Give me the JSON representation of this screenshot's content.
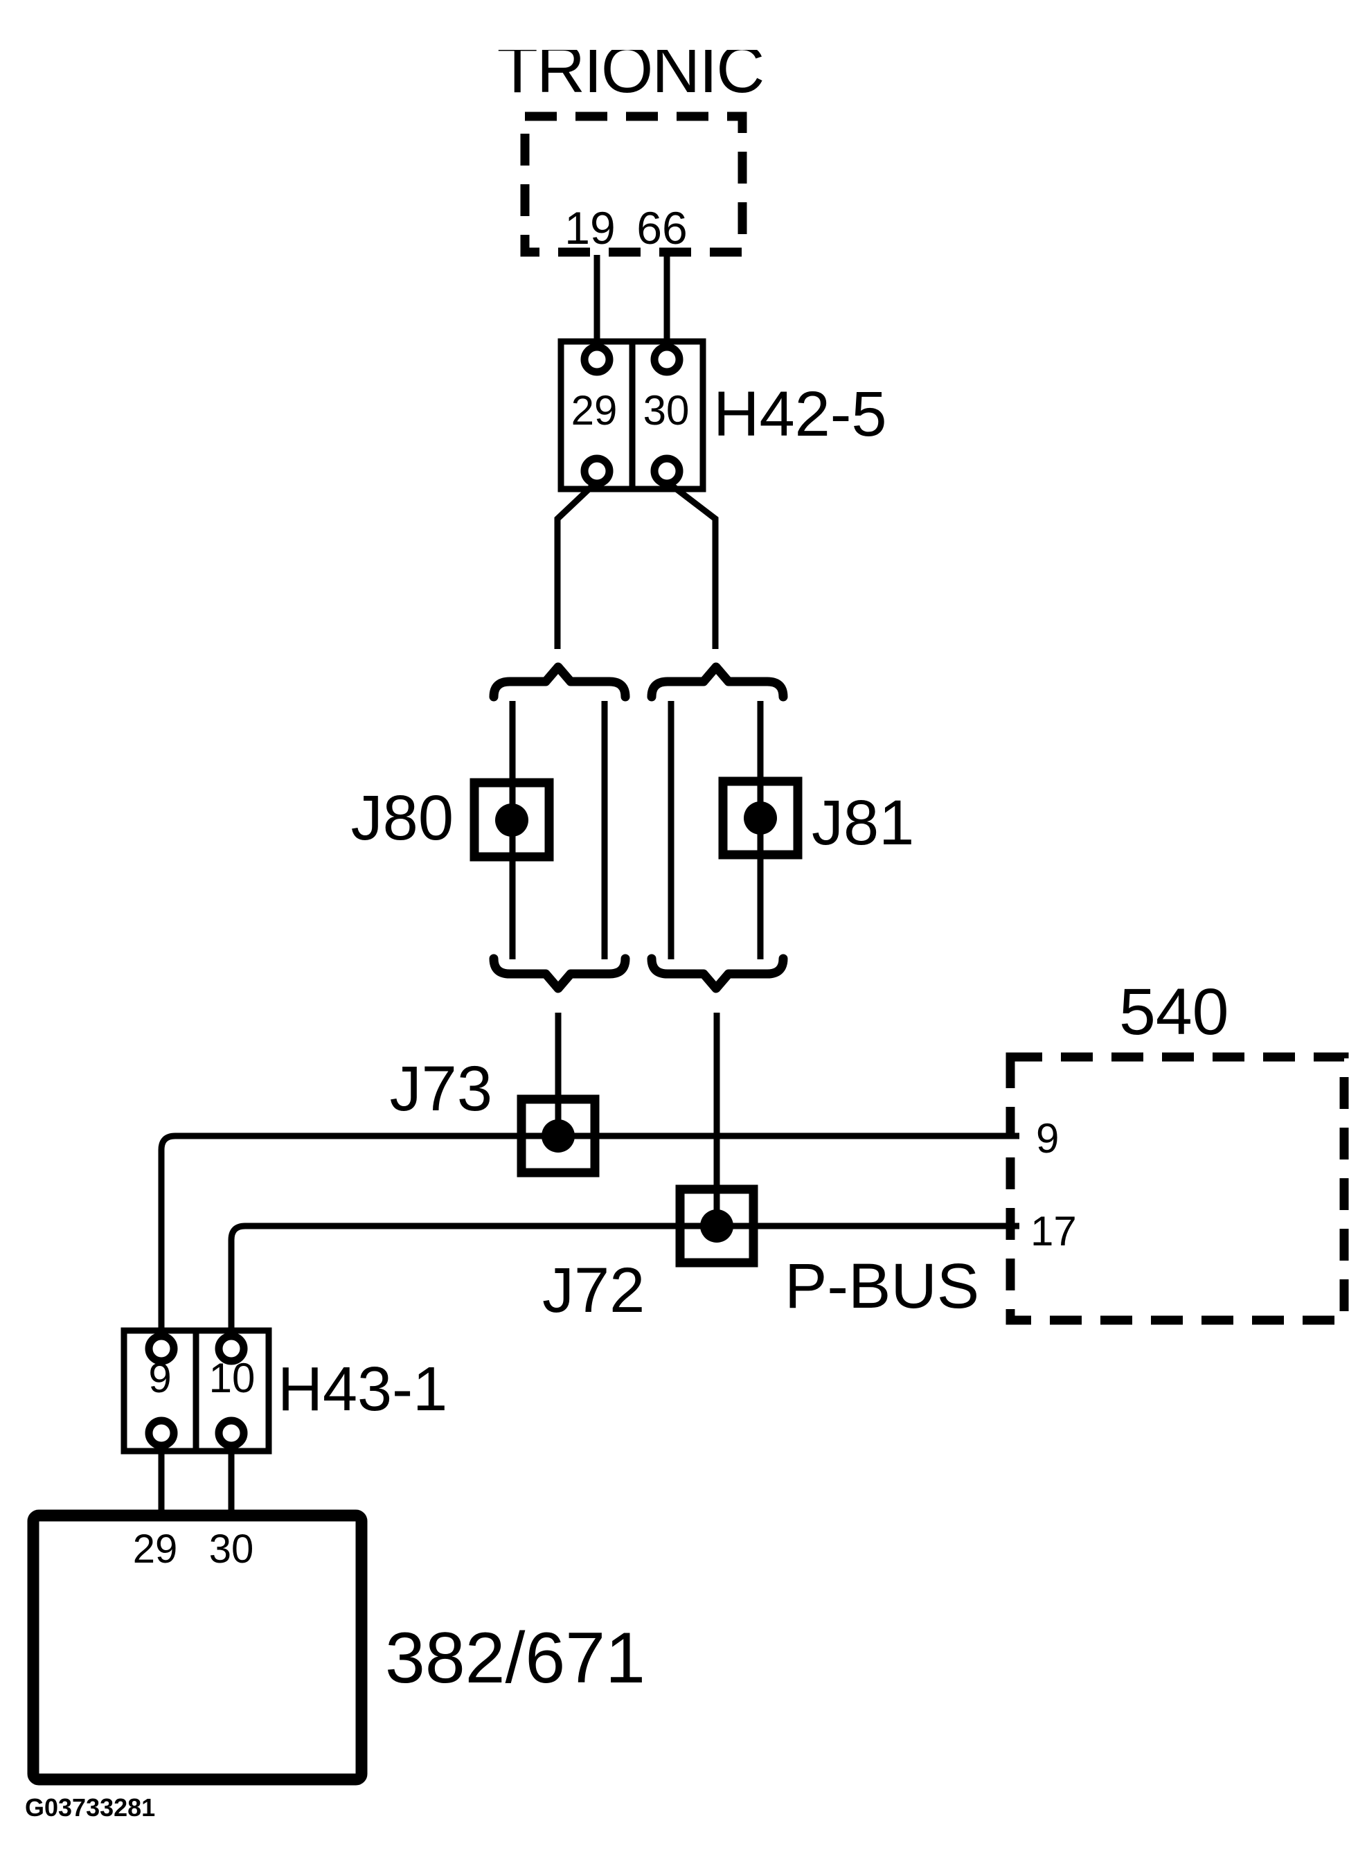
{
  "figure": {
    "code": "G03733281"
  },
  "trionic": {
    "label": "TRIONIC",
    "pin_19": "19",
    "pin_66": "66"
  },
  "h42_5": {
    "label": "H42-5",
    "pin_29": "29",
    "pin_30": "30"
  },
  "splices": {
    "j80": "J80",
    "j81": "J81",
    "j73": "J73",
    "j72": "J72"
  },
  "bus": {
    "box_label": "540",
    "bus_label": "P-BUS",
    "pin_9": "9",
    "pin_17": "17"
  },
  "h43_1": {
    "label": "H43-1",
    "pin_9": "9",
    "pin_10": "10"
  },
  "module": {
    "label": "382/671",
    "pin_29": "29",
    "pin_30": "30"
  }
}
